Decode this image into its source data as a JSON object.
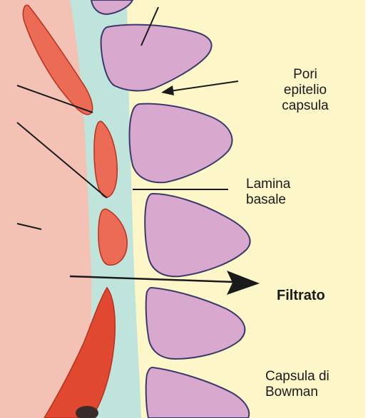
{
  "labels": {
    "pori": [
      "Pori",
      "epitelio",
      "capsula"
    ],
    "lamina": [
      "Lamina",
      "basale"
    ],
    "filtrato": "Filtrato",
    "capsula_bowman": [
      "Capsula di",
      "Bowman"
    ]
  },
  "colors": {
    "blood_side": "#f4c2b4",
    "basement_membrane": "#bfe4dc",
    "capsular_space": "#fcf6c8",
    "endothelial_cell": "#ec6b55",
    "endothelial_cell_dark": "#e0492f",
    "podocyte_foot": "#d9a8cf",
    "podocyte_outline": "#3a3a6a",
    "leader_line": "#1a1a1a"
  }
}
